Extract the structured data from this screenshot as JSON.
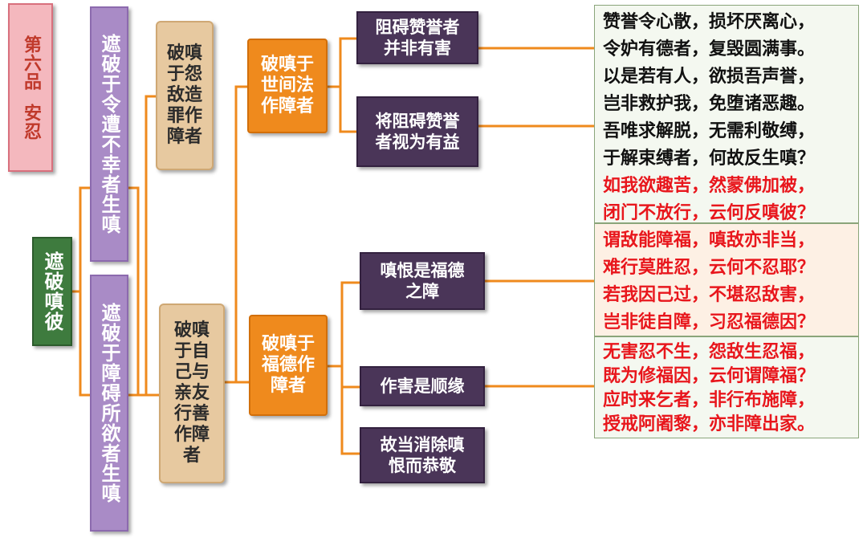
{
  "title": {
    "line1": "第六品",
    "line2": "安忍"
  },
  "root": "遮破嗔彼",
  "branch_a": "遮破于令遭不幸者生嗔",
  "branch_b": "遮破于障碍所欲者生嗔",
  "sub_a": "破嗔于怨敌造罪作障者",
  "sub_b": "破嗔于自己与亲友行善作障者",
  "mid_a": "破嗔于世间法作障者",
  "mid_b": "破嗔于福德作障者",
  "leaves": [
    "阻碍赞誉者并非有害",
    "将阻碍赞誉者视为有益",
    "嗔恨是福德之障",
    "作害是顺缘",
    "故当消除嗔恨而恭敬"
  ],
  "verses": {
    "block1_black": [
      "赞誉令心散，损坏厌离心，",
      "令妒有德者，复毁圆满事。",
      "以是若有人，欲损吾声誉，",
      "岂非救护我，免堕诸恶趣。",
      "吾唯求解脱，无需利敬缚，",
      "于解束缚者，何故反生嗔？"
    ],
    "block1_red": [
      "如我欲趣苦，然蒙佛加被，",
      "闭门不放行，云何反嗔彼？"
    ],
    "block2_red": [
      "谓敌能障福，嗔敌亦非当，",
      "难行莫胜忍，云何不忍耶？",
      "若我因己过，不堪忍敌害，",
      "岂非徒自障，习忍福德因？"
    ],
    "block3_red": [
      "无害忍不生，怨敌生忍福，",
      "既为修福因，云何谓障福？",
      "应时来乞者，非行布施障，",
      "授戒阿阇黎，亦非障出家。"
    ]
  },
  "colors": {
    "connector": "#ef8a1d",
    "title_bg": "#f4b8be",
    "root_bg": "#3e7b3e",
    "branch_bg": "#a98bc6",
    "sub_bg": "#e7c9a0",
    "mid_bg": "#ef8a1d",
    "leaf_bg": "#4a3558",
    "verse_red": "#e8161c"
  }
}
